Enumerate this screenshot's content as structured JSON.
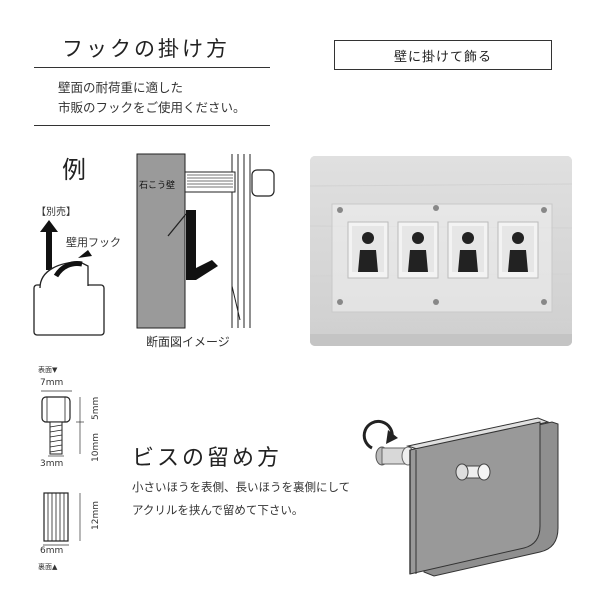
{
  "hook_section": {
    "title": "フックの掛け方",
    "desc_line1": "壁面の耐荷重に適した",
    "desc_line2": "市販のフックをご使用ください。"
  },
  "example": {
    "label": "例",
    "sold_separately": "【別売】",
    "hook_label": "壁用フック"
  },
  "cross_section": {
    "wall_label": "石こう壁",
    "caption": "断面図イメージ"
  },
  "wall_display": {
    "badge": "壁に掛けて飾る"
  },
  "screw_diagram": {
    "front_label": "表面▼",
    "head_width": "7mm",
    "head_height": "5mm",
    "total_height": "10mm",
    "thread_width": "3mm",
    "back_height": "12mm",
    "back_width": "6mm",
    "back_label": "裏面▲"
  },
  "screw_section": {
    "title": "ビスの留め方",
    "desc_line1": "小さいほうを表側、長いほうを裏側にして",
    "desc_line2": "アクリルを挟んで留めて下さい。"
  },
  "colors": {
    "wall_gray": "#9a9a9a",
    "photo_bg": "#d8d8d8",
    "panel_gray": "#8f8f8f"
  }
}
